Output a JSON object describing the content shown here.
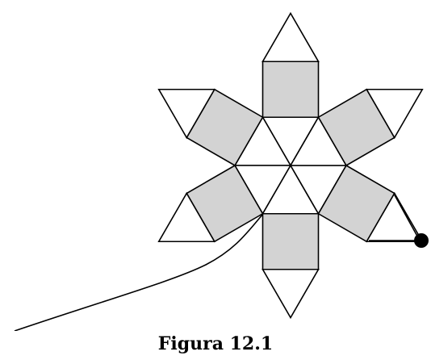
{
  "figure": {
    "caption": "Figura 12.1"
  },
  "colors": {
    "square_fill": "#d3d3d3",
    "triangle_fill": "#ffffff",
    "stroke": "#000000",
    "dot": "#000000"
  },
  "net": {
    "central_triangles": 6,
    "squares": 6,
    "outer_triangles": 6
  }
}
